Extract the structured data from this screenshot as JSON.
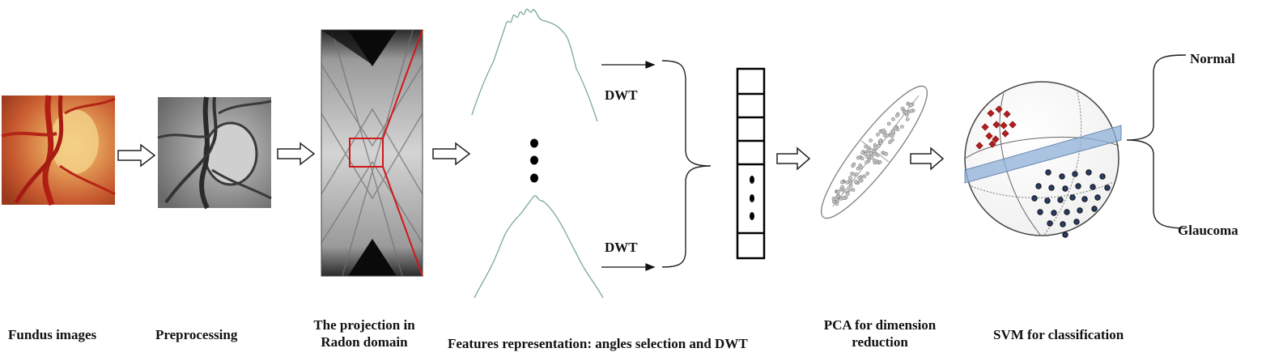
{
  "stages": {
    "fundus": "Fundus images",
    "preprocessing": "Preprocessing",
    "radon_line1": "The projection in",
    "radon_line2": "Radon domain",
    "features": "Features representation: angles selection and DWT",
    "pca_line1": "PCA for dimension",
    "pca_line2": "reduction",
    "svm": "SVM for classification"
  },
  "dwt_labels": [
    "DWT",
    "DWT"
  ],
  "classes": {
    "normal": "Normal",
    "glaucoma": "Glaucoma"
  },
  "colors": {
    "signal": "#7aa8a0",
    "radon_box": "#d01818",
    "normal_points": "#b02020",
    "glaucoma_points": "#2a3c6a",
    "hyperplane": "#8fb0d8"
  },
  "icons": [
    "flow-arrow-icon",
    "ellipsis-dots-icon",
    "brace-icon"
  ]
}
